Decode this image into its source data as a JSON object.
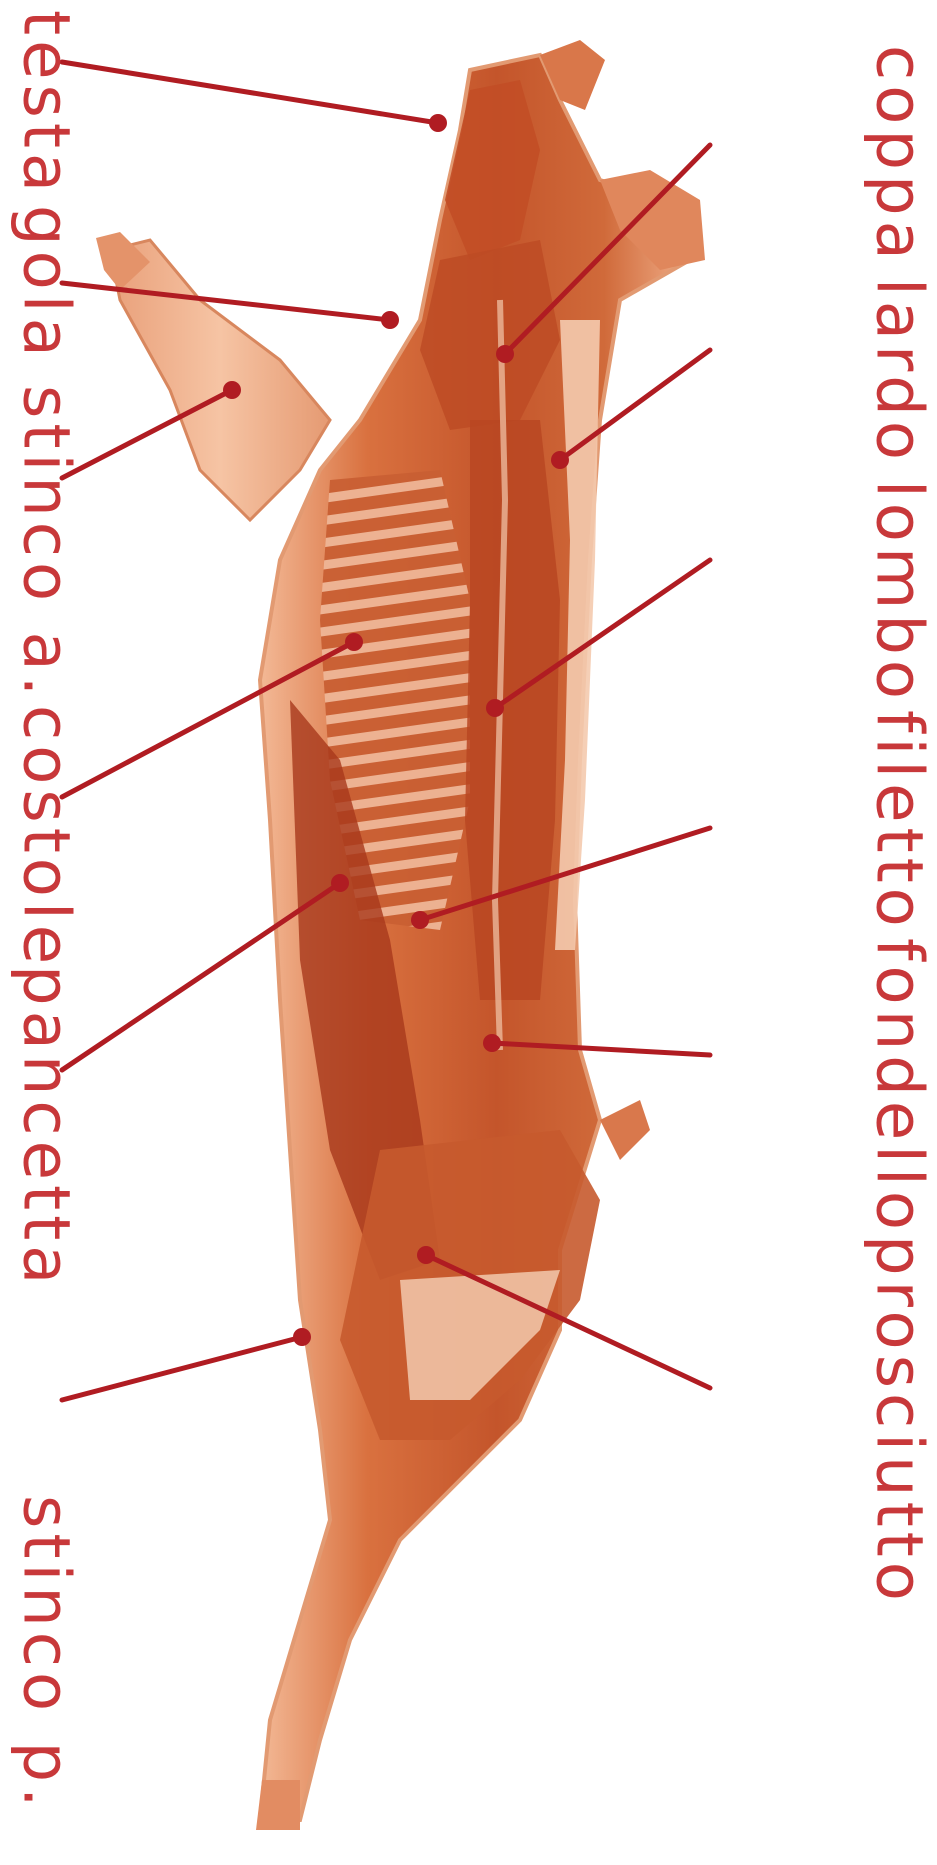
{
  "colors": {
    "label": "#c8383a",
    "leader": "#b01c22",
    "dot": "#b01c22",
    "skin": "#f0b08a",
    "skin_dark": "#e08a5c",
    "meat": "#c8552a",
    "meat_dark": "#9c3418",
    "fat": "#f6d8c2",
    "rib": "#e7a98a"
  },
  "image": {
    "subject": "half-pig-carcass-illustration"
  },
  "labels": {
    "left": [
      {
        "id": "testa",
        "text": "testa"
      },
      {
        "id": "gola",
        "text": "gola"
      },
      {
        "id": "stinco-a",
        "text": "stinco a."
      },
      {
        "id": "costole",
        "text": "costole"
      },
      {
        "id": "pancetta",
        "text": "pancetta"
      },
      {
        "id": "stinco-p",
        "text": "stinco p."
      }
    ],
    "right": [
      {
        "id": "coppa",
        "text": "coppa"
      },
      {
        "id": "lardo",
        "text": "lardo"
      },
      {
        "id": "lombo",
        "text": "lombo"
      },
      {
        "id": "filetto",
        "text": "filetto"
      },
      {
        "id": "fondello",
        "text": "fondello"
      },
      {
        "id": "prosciutto",
        "text": "prosciutto"
      }
    ]
  }
}
